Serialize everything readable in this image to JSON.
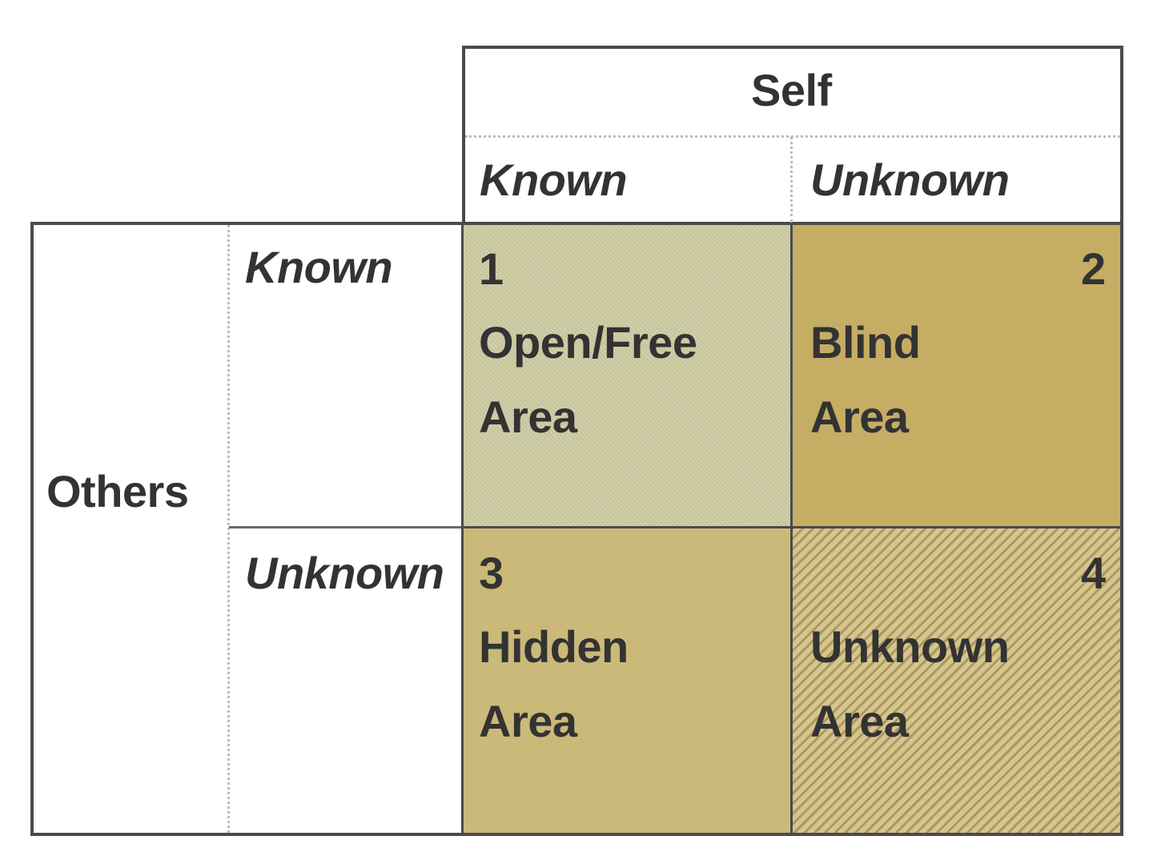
{
  "diagram": {
    "header": {
      "self": "Self",
      "known": "Known",
      "unknown": "Unknown"
    },
    "side": {
      "others": "Others",
      "known": "Known",
      "unknown": "Unknown"
    },
    "quadrants": [
      {
        "number": "1",
        "line1": "Open/Free",
        "line2": "Area",
        "color": "#cccaa0"
      },
      {
        "number": "2",
        "line1": "Blind",
        "line2": "Area",
        "color": "#c6ad64"
      },
      {
        "number": "3",
        "line1": "Hidden",
        "line2": "Area",
        "color": "#cbb979"
      },
      {
        "number": "4",
        "line1": "Unknown",
        "line2": "Area",
        "color": "#d5c58f"
      }
    ]
  }
}
